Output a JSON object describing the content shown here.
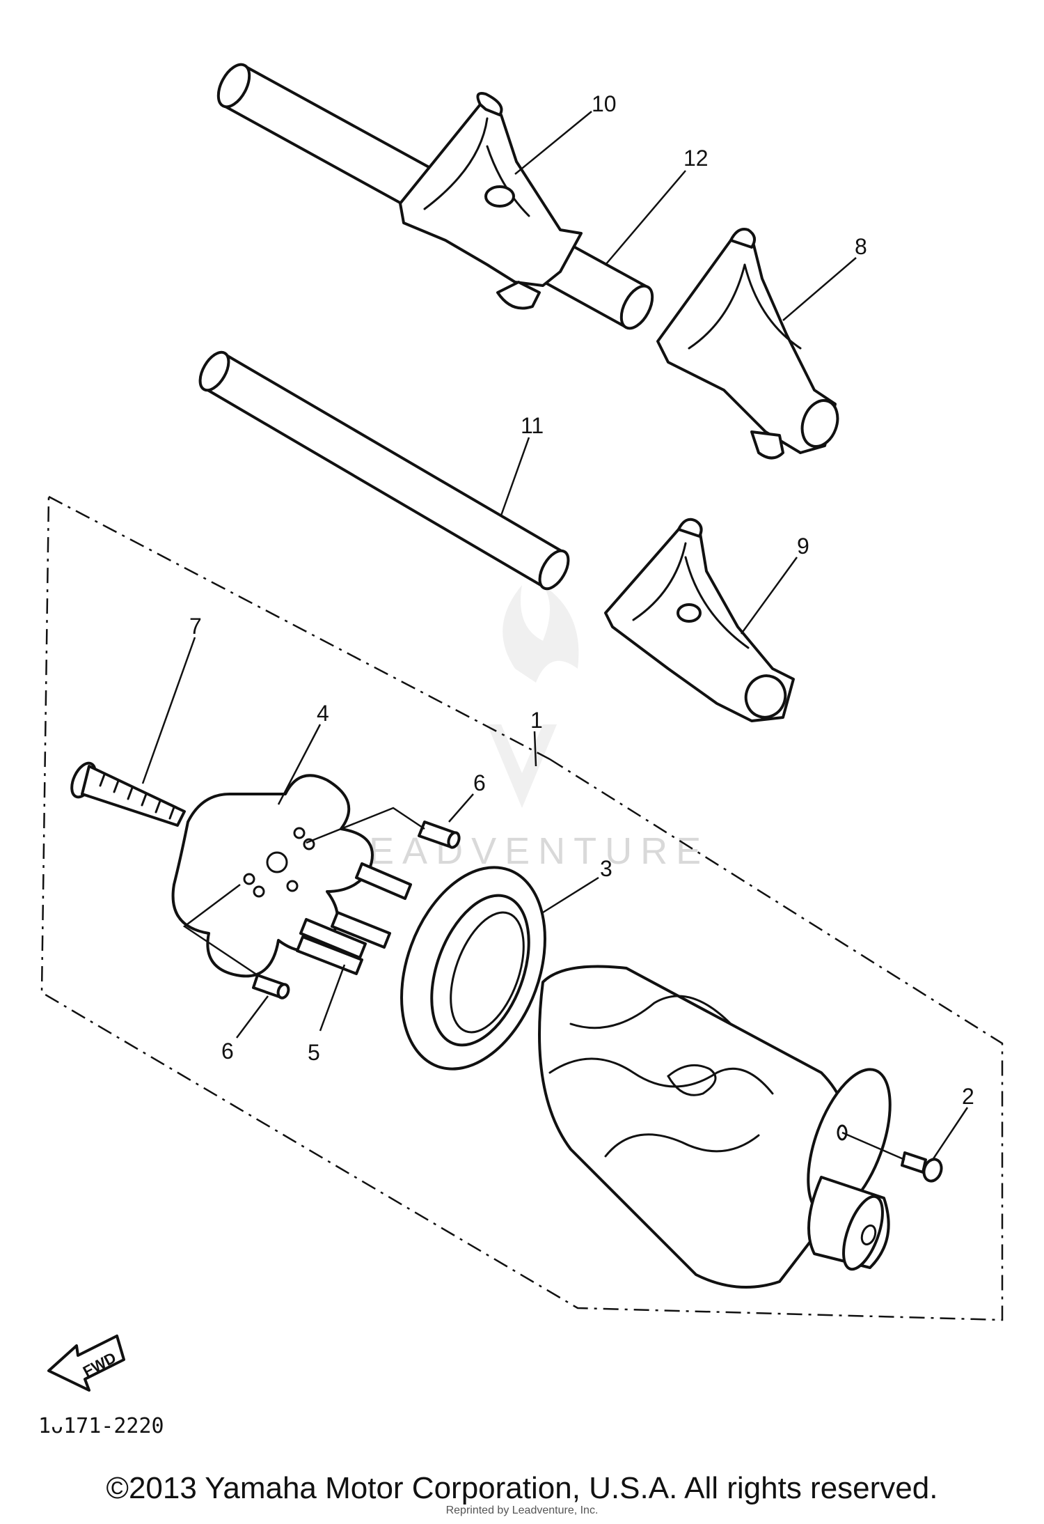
{
  "callouts": [
    {
      "id": "c1",
      "label": "1"
    },
    {
      "id": "c2",
      "label": "2"
    },
    {
      "id": "c3",
      "label": "3"
    },
    {
      "id": "c4",
      "label": "4"
    },
    {
      "id": "c5",
      "label": "5"
    },
    {
      "id": "c6a",
      "label": "6"
    },
    {
      "id": "c6b",
      "label": "6"
    },
    {
      "id": "c7",
      "label": "7"
    },
    {
      "id": "c8",
      "label": "8"
    },
    {
      "id": "c9",
      "label": "9"
    },
    {
      "id": "c10",
      "label": "10"
    },
    {
      "id": "c11",
      "label": "11"
    },
    {
      "id": "c12",
      "label": "12"
    }
  ],
  "watermark": "LEADVENTURE",
  "fwd_label": "FWD",
  "diagram_code": "1ᴗ171-2220",
  "copyright": "©2013 Yamaha Motor Corporation, U.S.A. All rights reserved.",
  "reprint_note": "Reprinted by Leadventure, Inc."
}
